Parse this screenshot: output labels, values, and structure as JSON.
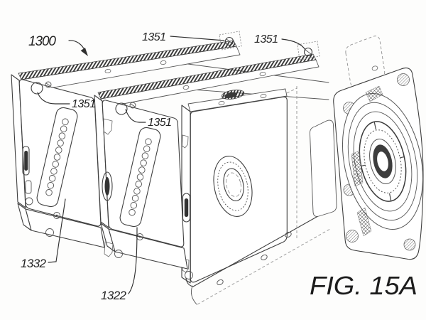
{
  "figure": {
    "caption": "FIG. 15A",
    "labels": {
      "assembly": "1300",
      "fastener_rail_left": "1351",
      "fastener_rail_right": "1351",
      "fastener_module_1": "1351",
      "fastener_module_2": "1351",
      "vent_module_1": "1332",
      "vent_module_2": "1322"
    },
    "colors": {
      "ink": "#2f2f2f",
      "paper": "#fdfdfc"
    }
  }
}
